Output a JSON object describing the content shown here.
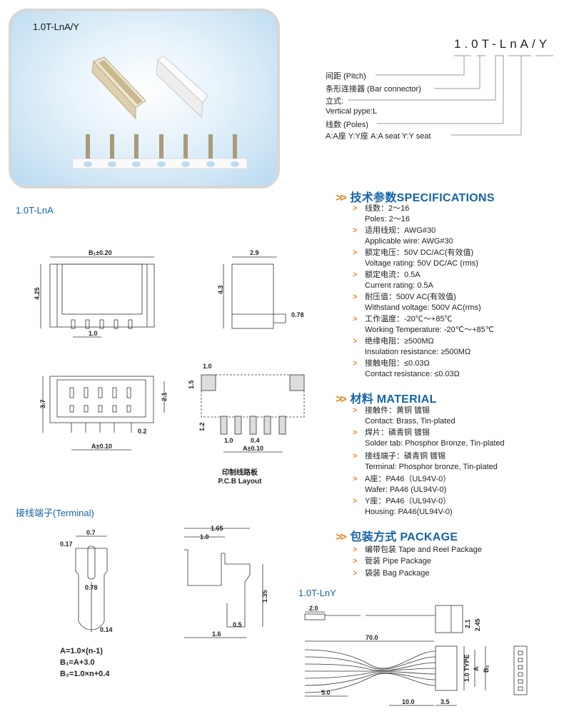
{
  "photo": {
    "title": "1.0T-LnA/Y"
  },
  "part_code": {
    "code": "1.0T-LnA/Y",
    "legend": [
      "间距 (Pitch)",
      "条形连接器 (Bar connector)",
      "立式:",
      "Vertical pype:L",
      "线数 (Poles)",
      "A:A座  Y:Y座  A:A seat  Y:Y seat"
    ]
  },
  "sections": {
    "lna_title": "1.0T-LnA",
    "terminal_title": "接线端子(Terminal)",
    "lny_title": "1.0T-LnY"
  },
  "specifications": {
    "heading": "技术参数SPECIFICATIONS",
    "items": [
      {
        "cn": "线数：2～16",
        "en": "Poles: 2～16"
      },
      {
        "cn": "适用线规：AWG#30",
        "en": "Applicable wire: AWG#30"
      },
      {
        "cn": "额定电压：50V DC/AC(有效值)",
        "en": "Voltage rating: 50V DC/AC (rms)"
      },
      {
        "cn": "额定电流：0.5A",
        "en": "Current rating: 0.5A"
      },
      {
        "cn": "耐压值：500V AC(有效值)",
        "en": "Withstand voltage: 500V AC(rms)"
      },
      {
        "cn": "工作温度：-20℃～+85℃",
        "en": "Working Temperature: -20℃～+85℃"
      },
      {
        "cn": "绝缘电阻：≥500MΩ",
        "en": "Insulation resistance: ≥500MΩ"
      },
      {
        "cn": "接触电阻：≤0.03Ω",
        "en": "Contact resistance: ≤0.03Ω"
      }
    ]
  },
  "material": {
    "heading": "材料  MATERIAL",
    "items": [
      {
        "cn": "接触件：黄铜 镀锡",
        "en": "Contact: Brass, Tin-plated"
      },
      {
        "cn": "焊片：磷青铜 镀锡",
        "en": "Solder tab: Phosphor Bronze, Tin-plated"
      },
      {
        "cn": "接线端子：磷青铜 镀锡",
        "en": "Terminal: Phosphor bronze, Tin-plated"
      },
      {
        "cn": "A座：PA46（UL94V-0）",
        "en": "Wafer: PA46 (UL94V-0)"
      },
      {
        "cn": "Y座：PA46（UL94V-0）",
        "en": "Housing: PA46(UL94V-0)"
      }
    ]
  },
  "package": {
    "heading": "包装方式  PACKAGE",
    "items": [
      "编带包装  Tape and Reel Package",
      "管装  Pipe Package",
      "袋装  Bag Package"
    ]
  },
  "dims": {
    "front": {
      "width": "B₁±0.20",
      "height": "4.25",
      "pitch": "1.0"
    },
    "side": {
      "width": "2.9",
      "height": "4.3",
      "tab": "0.78"
    },
    "bottom": {
      "height": "3.7",
      "inner": "2.1",
      "pin": "0.2",
      "span": "A±0.10"
    },
    "pcb": {
      "pad_w": "1.0",
      "pad_h": "1.5",
      "pin_h": "1.2",
      "pitch": "1.0",
      "pin_w": "0.4",
      "span": "A±0.10",
      "caption_cn": "印制线路板",
      "caption_en": "P.C.B Layout"
    },
    "terminal": {
      "w07": "0.7",
      "w017": "0.17",
      "w078": "0.78",
      "w014": "0.14",
      "l165": "1.65",
      "l10": "1.0",
      "h135": "1.35",
      "w05": "0.5",
      "l16": "1.6"
    },
    "lny": {
      "strip": "2.0",
      "h21": "2.1",
      "h245": "2.45",
      "len": "70.0",
      "type": "1.0 TYPE",
      "a": "A",
      "b2": "B₂",
      "strip2": "5.0",
      "l10": "10.0",
      "l35": "3.5"
    }
  },
  "formulas": [
    "A=1.0×(n-1)",
    "B₁=A+3.0",
    "B₂=1.0×n+0.4"
  ],
  "colors": {
    "heading_blue": "#1464a8",
    "bullet_orange": "#e08a2a"
  }
}
